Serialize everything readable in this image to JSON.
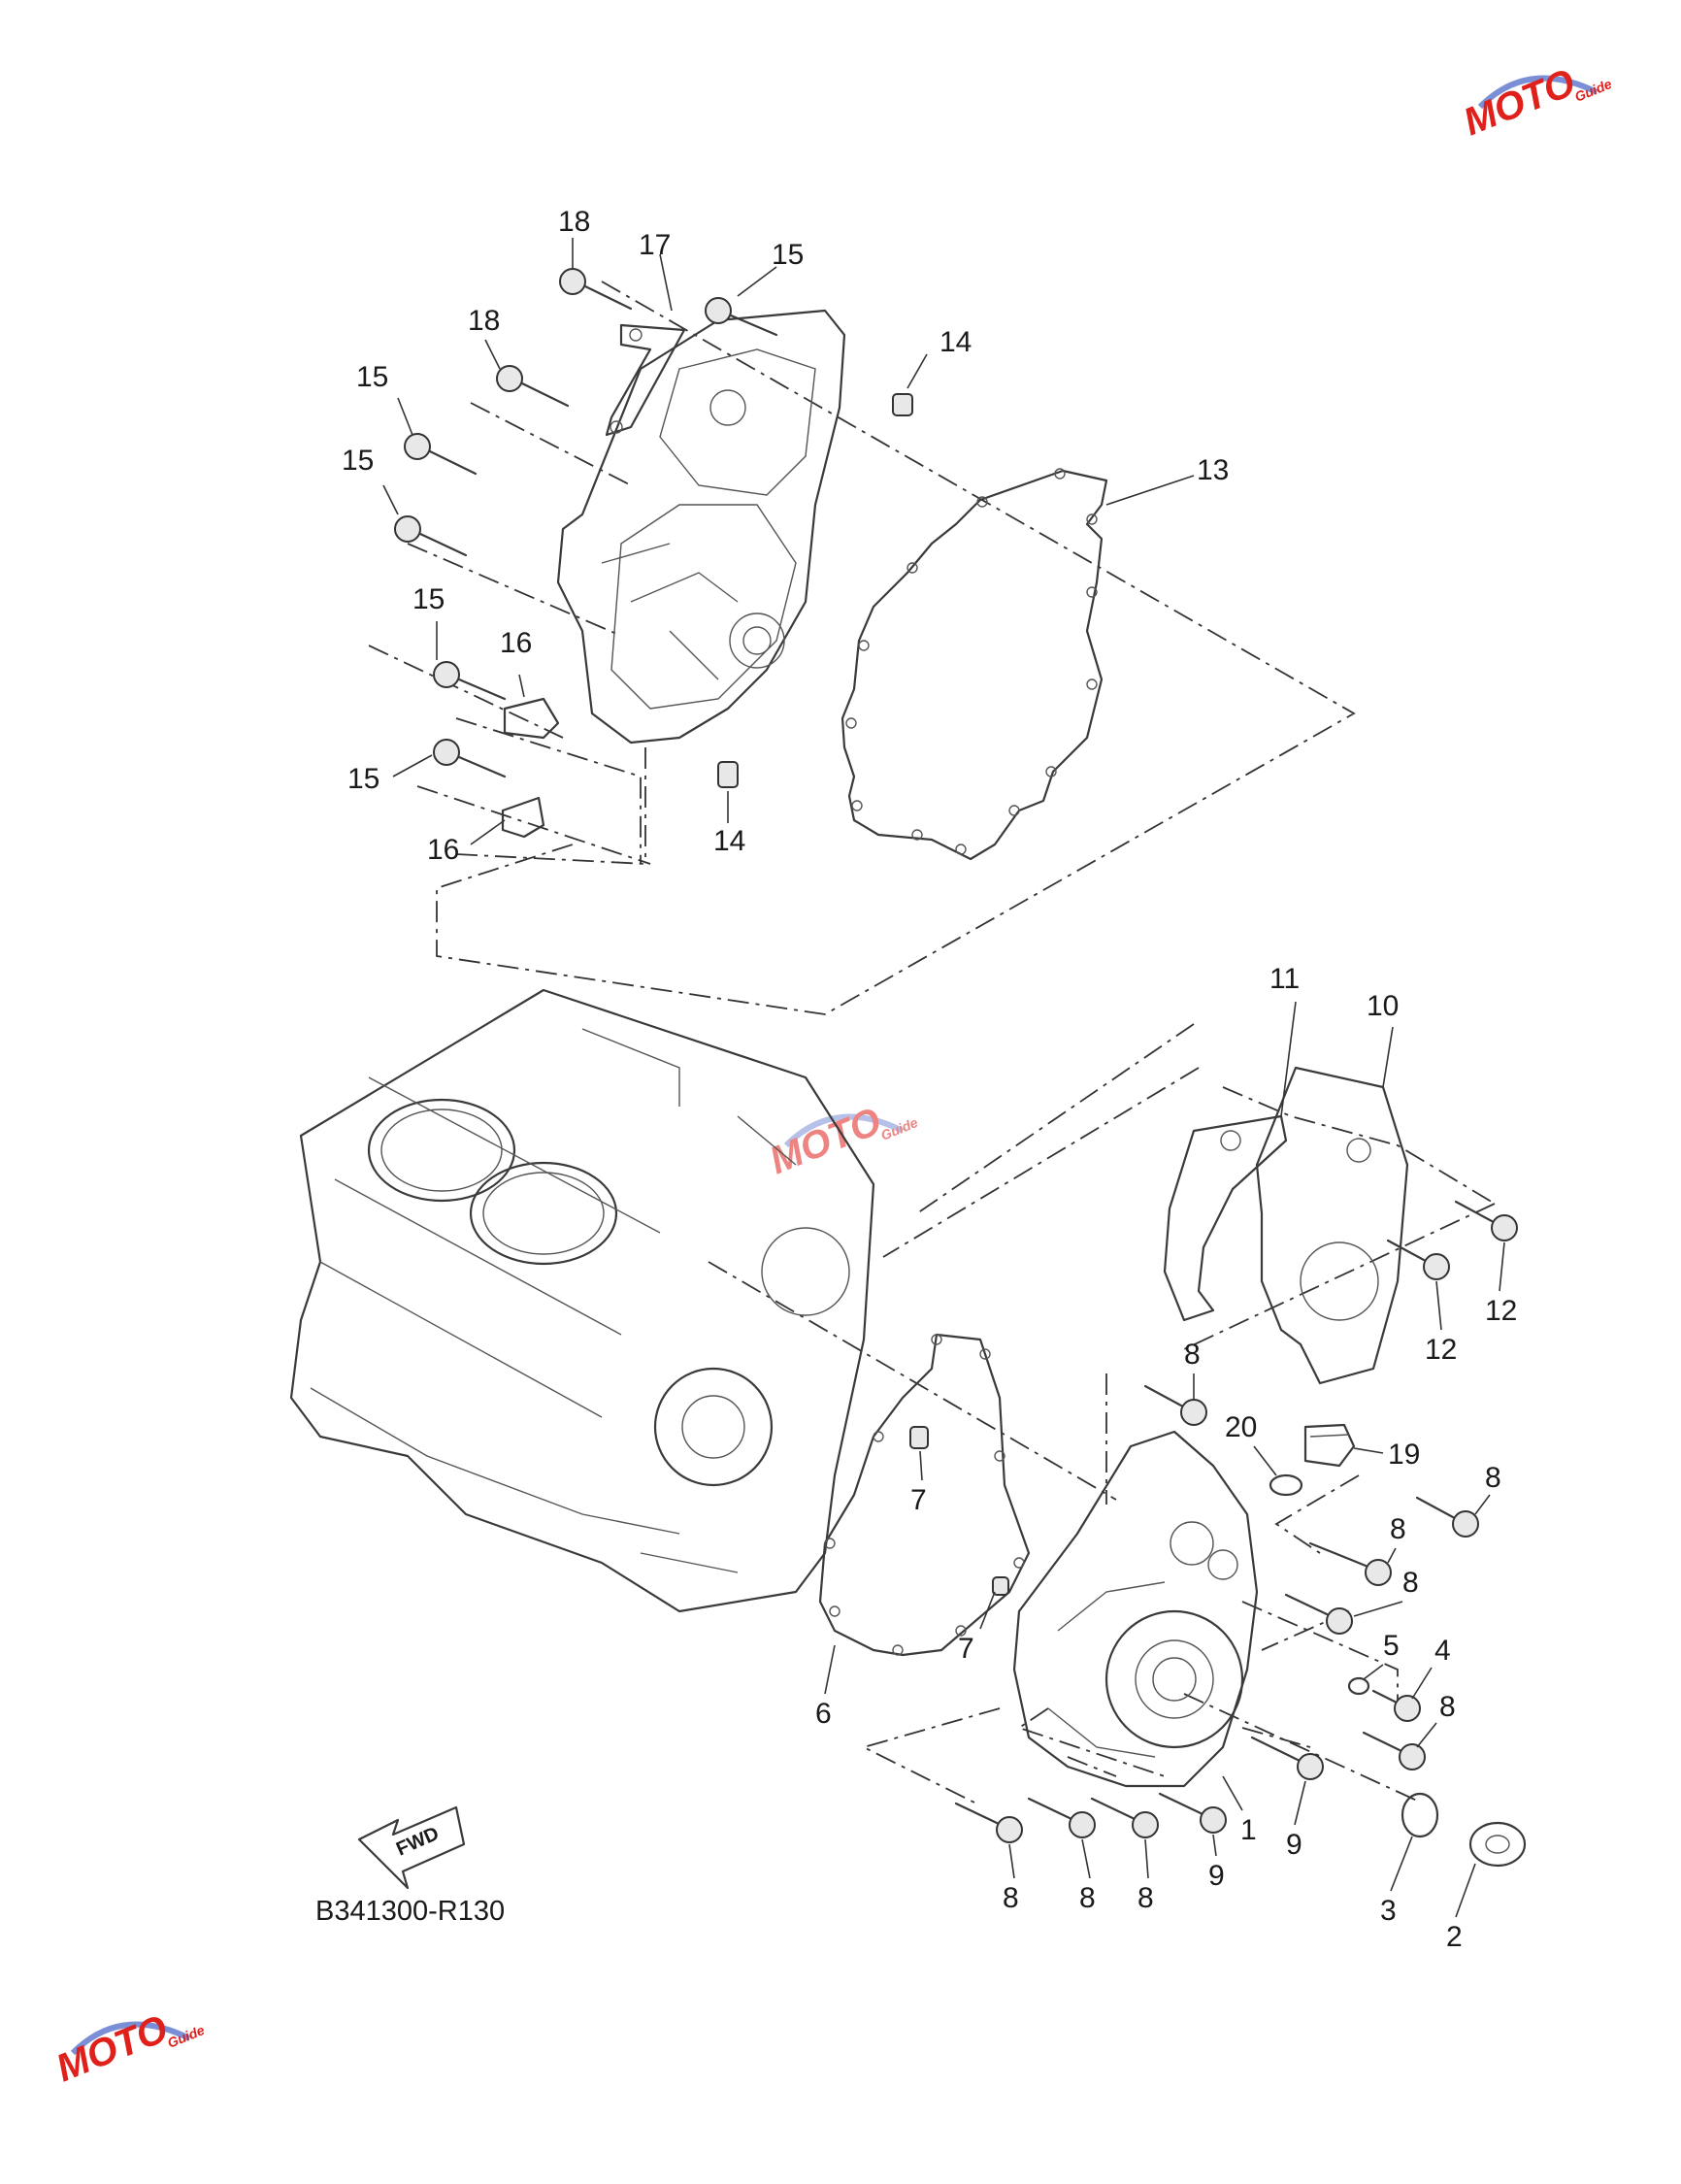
{
  "diagram_code": "B341300-R130",
  "fwd_label": "FWD",
  "watermark": {
    "brand": "MOTO",
    "tag": "Guide",
    "accent": "#e0201b",
    "accent2": "#7a8fd6"
  },
  "callouts": [
    {
      "id": "c18a",
      "label": "18"
    },
    {
      "id": "c17",
      "label": "17"
    },
    {
      "id": "c15a",
      "label": "15"
    },
    {
      "id": "c14a",
      "label": "14"
    },
    {
      "id": "c18b",
      "label": "18"
    },
    {
      "id": "c15b",
      "label": "15"
    },
    {
      "id": "c15c",
      "label": "15"
    },
    {
      "id": "c13",
      "label": "13"
    },
    {
      "id": "c15d",
      "label": "15"
    },
    {
      "id": "c16a",
      "label": "16"
    },
    {
      "id": "c15e",
      "label": "15"
    },
    {
      "id": "c14b",
      "label": "14"
    },
    {
      "id": "c16b",
      "label": "16"
    },
    {
      "id": "c11",
      "label": "11"
    },
    {
      "id": "c10",
      "label": "10"
    },
    {
      "id": "c12a",
      "label": "12"
    },
    {
      "id": "c12b",
      "label": "12"
    },
    {
      "id": "c8a",
      "label": "8"
    },
    {
      "id": "c20",
      "label": "20"
    },
    {
      "id": "c19",
      "label": "19"
    },
    {
      "id": "c8b",
      "label": "8"
    },
    {
      "id": "c7a",
      "label": "7"
    },
    {
      "id": "c8c",
      "label": "8"
    },
    {
      "id": "c8d",
      "label": "8"
    },
    {
      "id": "c7b",
      "label": "7"
    },
    {
      "id": "c5",
      "label": "5"
    },
    {
      "id": "c4",
      "label": "4"
    },
    {
      "id": "c8e",
      "label": "8"
    },
    {
      "id": "c6",
      "label": "6"
    },
    {
      "id": "c1",
      "label": "1"
    },
    {
      "id": "c9a",
      "label": "9"
    },
    {
      "id": "c9b",
      "label": "9"
    },
    {
      "id": "c8f",
      "label": "8"
    },
    {
      "id": "c8g",
      "label": "8"
    },
    {
      "id": "c8h",
      "label": "8"
    },
    {
      "id": "c3",
      "label": "3"
    },
    {
      "id": "c2",
      "label": "2"
    }
  ]
}
